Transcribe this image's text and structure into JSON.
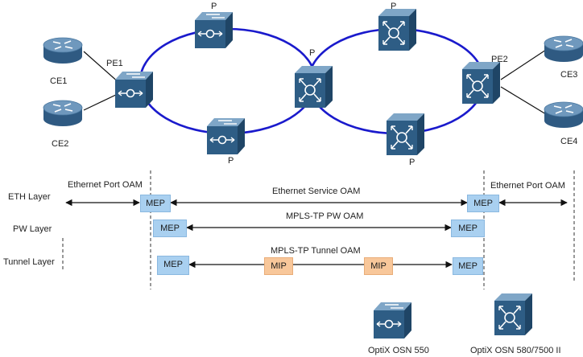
{
  "nodes": {
    "ce1": "CE1",
    "ce2": "CE2",
    "ce3": "CE3",
    "ce4": "CE4",
    "pe1": "PE1",
    "pe2": "PE2",
    "p_top_left": "P",
    "p_bottom_left": "P",
    "p_center": "P",
    "p_top_right": "P",
    "p_bottom_right": "P"
  },
  "layers": {
    "eth": "ETH Layer",
    "pw": "PW Layer",
    "tunnel": "Tunnel Layer"
  },
  "oam": {
    "eth_port_left": "Ethernet Port OAM",
    "eth_port_right": "Ethernet Port OAM",
    "eth_service": "Ethernet Service OAM",
    "pw": "MPLS-TP PW OAM",
    "tunnel": "MPLS-TP Tunnel OAM"
  },
  "points": {
    "mep": "MEP",
    "mip": "MIP"
  },
  "legend": {
    "osn_550": "OptiX OSN 550",
    "osn_580": "OptiX OSN 580/7500 II"
  },
  "colors": {
    "ring": "#1a1acc",
    "mep_fill": "#a9d0f0",
    "mip_fill": "#f8c79a",
    "device_front": "#2e5d85",
    "device_top": "#7ea3c4",
    "router_fill": "#3f6b93"
  }
}
